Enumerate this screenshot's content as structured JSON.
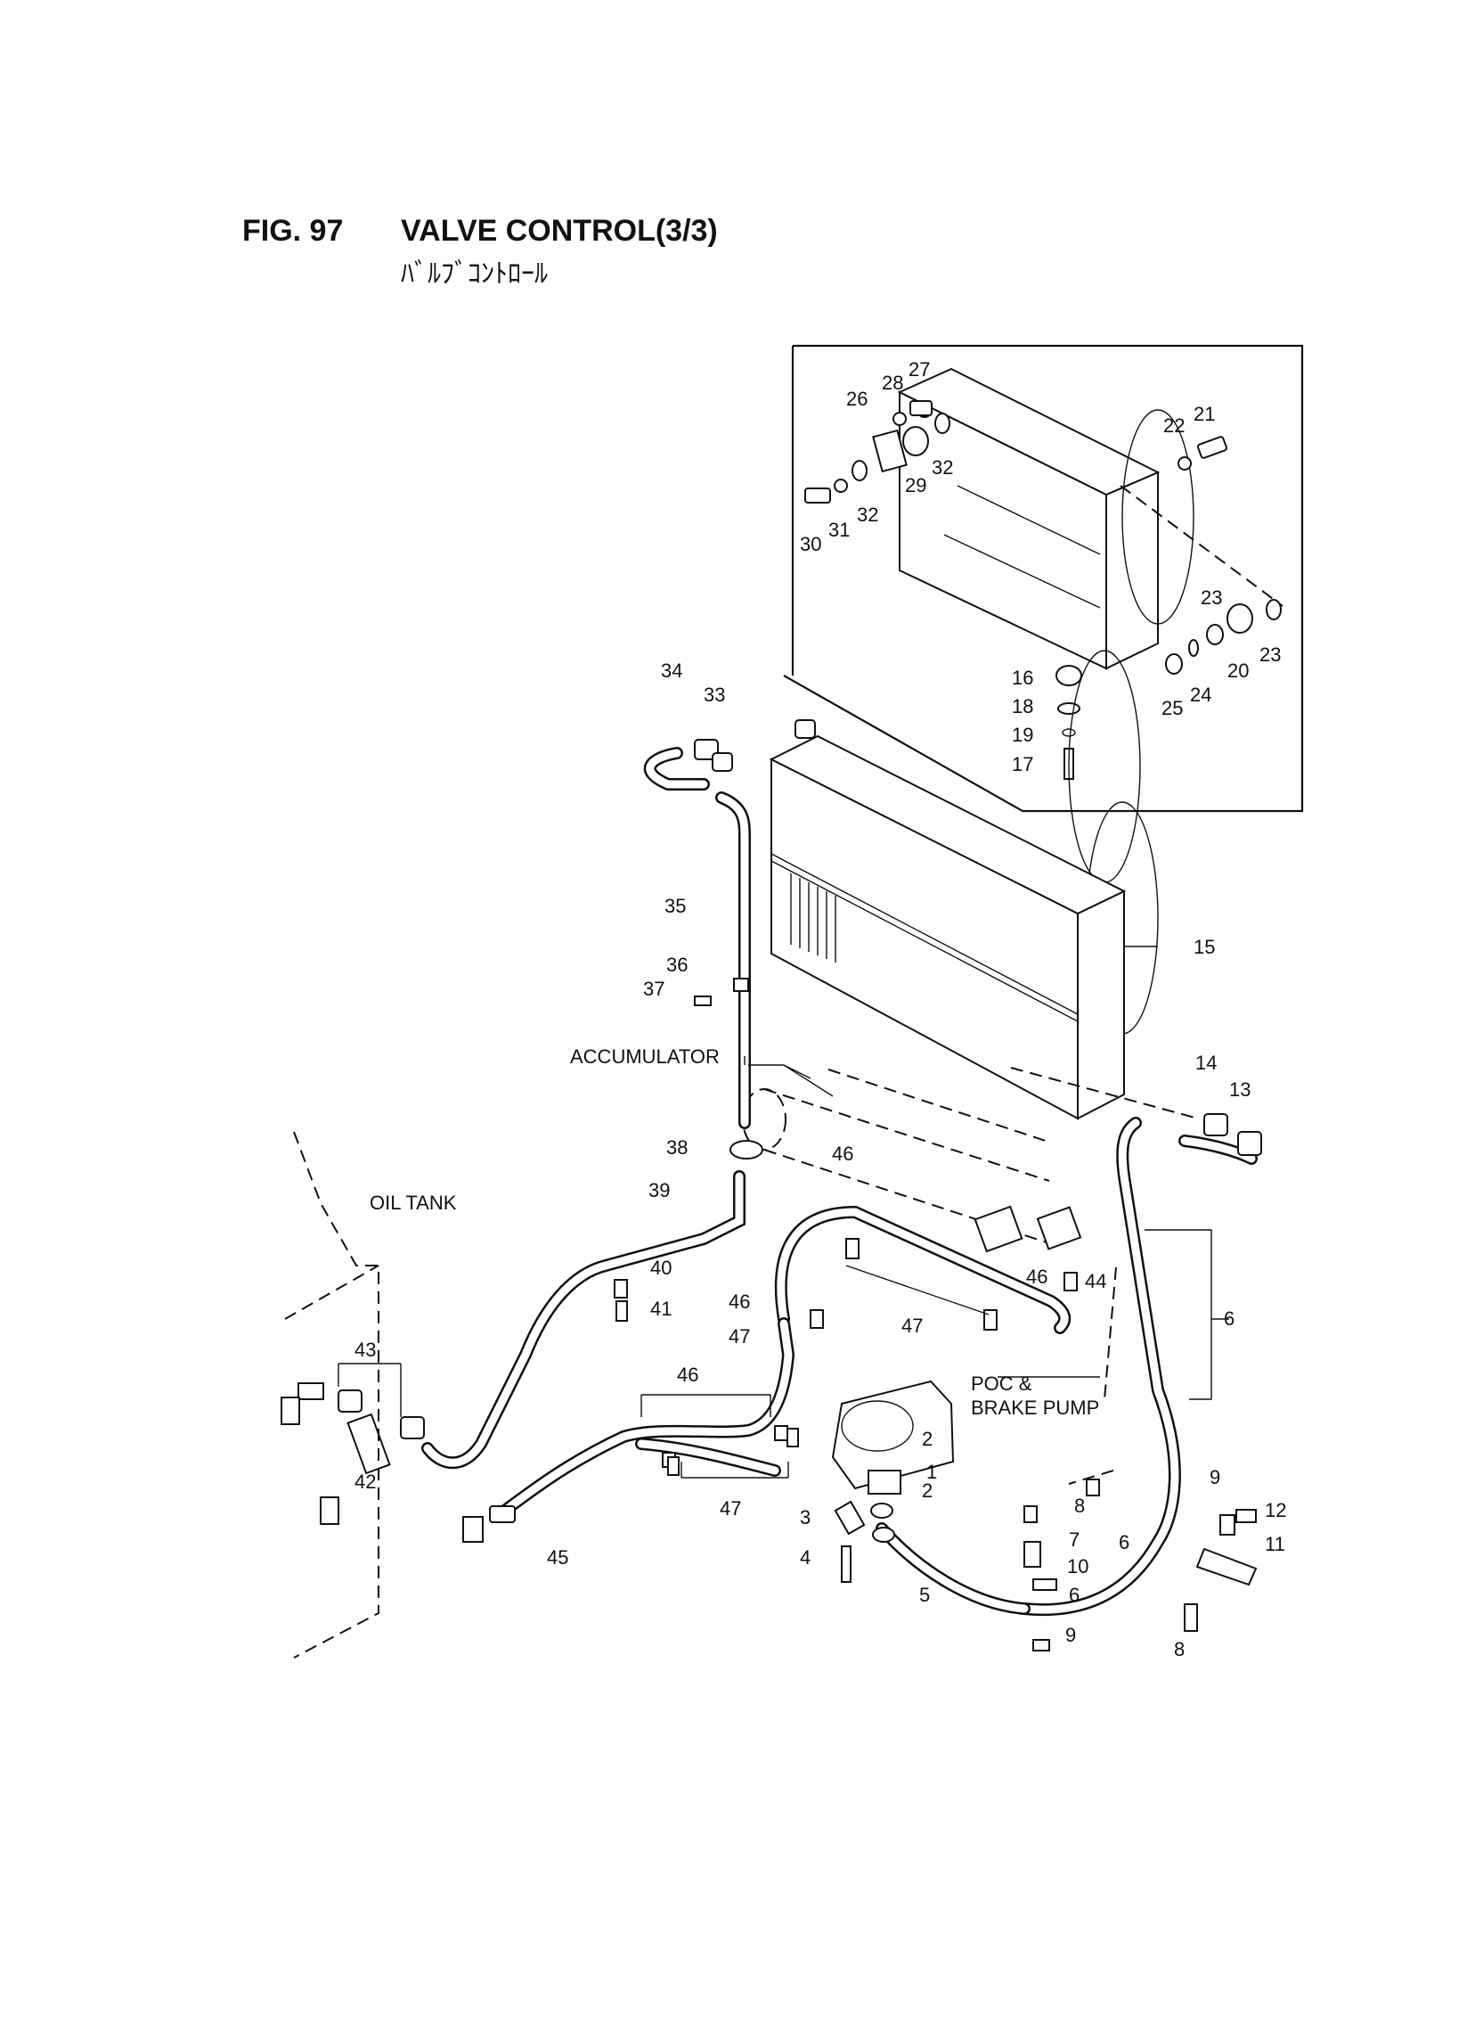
{
  "figure": {
    "number": "FIG. 97",
    "title": "VALVE CONTROL(3/3)",
    "subtitle": "ﾊﾞﾙﾌﾞｺﾝﾄﾛｰﾙ"
  },
  "labels": {
    "accumulator": "ACCUMULATOR",
    "oil_tank": "OIL TANK",
    "poc_line1": "POC &",
    "poc_line2": "BRAKE PUMP"
  },
  "callouts": {
    "c1": "1",
    "c2a": "2",
    "c2b": "2",
    "c3": "3",
    "c4": "4",
    "c5": "5",
    "c6a": "6",
    "c6b": "6",
    "c6c": "6",
    "c7": "7",
    "c8a": "8",
    "c8b": "8",
    "c9a": "9",
    "c9b": "9",
    "c10": "10",
    "c11": "11",
    "c12": "12",
    "c13": "13",
    "c14": "14",
    "c15": "15",
    "c16": "16",
    "c17": "17",
    "c18": "18",
    "c19": "19",
    "c20": "20",
    "c21": "21",
    "c22": "22",
    "c23a": "23",
    "c23b": "23",
    "c24": "24",
    "c25": "25",
    "c26": "26",
    "c27": "27",
    "c28": "28",
    "c29": "29",
    "c30": "30",
    "c31": "31",
    "c32a": "32",
    "c32b": "32",
    "c33": "33",
    "c34": "34",
    "c35": "35",
    "c36": "36",
    "c37": "37",
    "c38": "38",
    "c39": "39",
    "c40": "40",
    "c41": "41",
    "c42": "42",
    "c43": "43",
    "c44": "44",
    "c45": "45",
    "c46a": "46",
    "c46b": "46",
    "c46c": "46",
    "c46d": "46",
    "c47a": "47",
    "c47b": "47",
    "c47c": "47"
  }
}
